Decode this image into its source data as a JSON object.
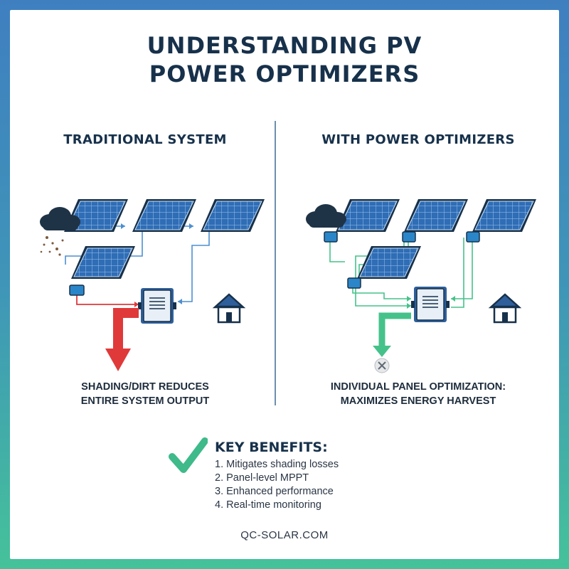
{
  "title": {
    "line1": "UNDERSTANDING PV",
    "line2": "POWER OPTIMIZERS"
  },
  "left_panel": {
    "heading": "TRADITIONAL SYSTEM",
    "caption_line1": "SHADING/DIRT REDUCES",
    "caption_line2": "ENTIRE SYSTEM OUTPUT",
    "icons": [
      "cloud-icon",
      "solar-panel-icon",
      "inverter-icon",
      "house-icon",
      "down-arrow-icon"
    ],
    "accent_color": "#e0393a"
  },
  "right_panel": {
    "heading": "WITH POWER OPTIMIZERS",
    "caption_line1": "INDIVIDUAL PANEL OPTIMIZATION:",
    "caption_line2": "MAXIMIZES ENERGY HARVEST",
    "icons": [
      "cloud-icon",
      "solar-panel-icon",
      "optimizer-icon",
      "inverter-icon",
      "house-icon",
      "down-arrow-icon",
      "close-icon"
    ],
    "accent_color": "#45c28a"
  },
  "benefits": {
    "heading": "KEY BENEFITS:",
    "items": [
      "1. Mitigates shading losses",
      "2. Panel-level MPPT",
      "3. Enhanced performance",
      "4. Real-time monitoring"
    ],
    "icon": "check-icon"
  },
  "footer": "QC-SOLAR.COM",
  "colors": {
    "panel_blue": "#2f6db5",
    "frame_navy": "#17314b",
    "wire_blue": "#4d8fd0",
    "wire_green": "#45c28a",
    "alert_red": "#e0393a",
    "check_green": "#3fba8a"
  }
}
